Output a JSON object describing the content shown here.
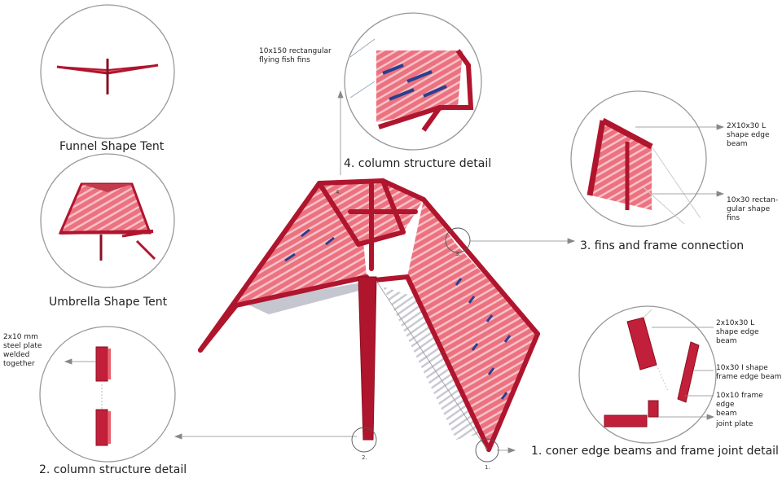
{
  "titles": {
    "funnel": "Funnel Shape Tent",
    "umbrella": "Umbrella Shape Tent",
    "col4": "4. column structure detail",
    "fins3": "3. fins and frame connection",
    "col2": "2. column structure detail",
    "corner1": "1. coner edge beams and frame joint detail"
  },
  "notes": {
    "fish_fins": "10x150 rectangular\nflying fish fins",
    "l_beam_top": "2X10x30 L\nshape edge\nbeam",
    "rect_fins": "10x30 rectan-\ngular shape\nfins",
    "steel_plate": "2x10 mm\nsteel plate\nwelded\ntogether",
    "l_beam_corner": "2x10x30 L\nshape edge\nbeam",
    "i_beam": "10x30 I shape\nframe edge beam",
    "frame_beam": "10x10 frame edge\nbeam",
    "joint_plate": "joint plate"
  },
  "markers": {
    "m1": "1.",
    "m2": "2.",
    "m3": "3.",
    "m4": "4."
  },
  "colors": {
    "frame": "#b0152e",
    "panel": "#e8606e",
    "fin_blue": "#2a3f8f",
    "line": "#888888"
  }
}
